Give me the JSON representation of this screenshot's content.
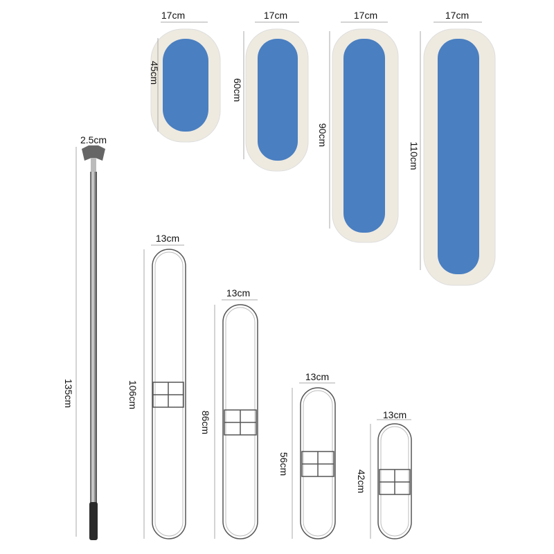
{
  "pads": [
    {
      "width_label": "17cm",
      "height_label": "45cm"
    },
    {
      "width_label": "17cm",
      "height_label": "60cm"
    },
    {
      "width_label": "17cm",
      "height_label": "90cm"
    },
    {
      "width_label": "17cm",
      "height_label": "110cm"
    }
  ],
  "handle": {
    "diameter_label": "2.5cm",
    "length_label": "135cm"
  },
  "frames": [
    {
      "width_label": "13cm",
      "height_label": "106cm"
    },
    {
      "width_label": "13cm",
      "height_label": "86cm"
    },
    {
      "width_label": "13cm",
      "height_label": "56cm"
    },
    {
      "width_label": "13cm",
      "height_label": "42cm"
    }
  ],
  "colors": {
    "pad_blue": "#4a7fc1",
    "fringe": "#eeeae0",
    "handle": "#8a8a8a",
    "grip": "#2a2a2a"
  }
}
